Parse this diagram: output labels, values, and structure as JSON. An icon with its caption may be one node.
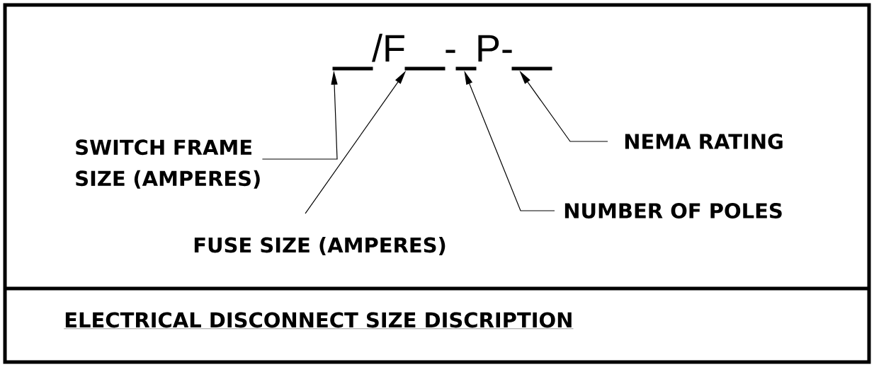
{
  "diagram": {
    "title": "ELECTRICAL DISCONNECT SIZE DISCRIPTION",
    "nodes": [
      {
        "text": [],
        "shape": "bar"
      },
      {
        "text": [],
        "shape": "bar"
      },
      {
        "text": [],
        "shape": "bar"
      },
      {
        "text": [],
        "shape": "bar"
      },
      {
        "text": [
          "SWITCH FRAME SIZE (AMPERES)"
        ]
      },
      {
        "text": [
          "FUSE SIZE (AMPERES)"
        ]
      },
      {
        "text": [
          "NUMBER OF POLES"
        ]
      },
      {
        "text": [
          "NEMA RATING"
        ]
      }
    ],
    "edges": [
      {
        "from": 4,
        "to": 0,
        "arrow": "to"
      },
      {
        "from": 5,
        "to": 1,
        "arrow": "to"
      },
      {
        "from": 6,
        "to": 2,
        "arrow": "to"
      },
      {
        "from": 7,
        "to": 3,
        "arrow": "to"
      }
    ],
    "labels": [
      "/F",
      "-",
      "P-"
    ]
  }
}
